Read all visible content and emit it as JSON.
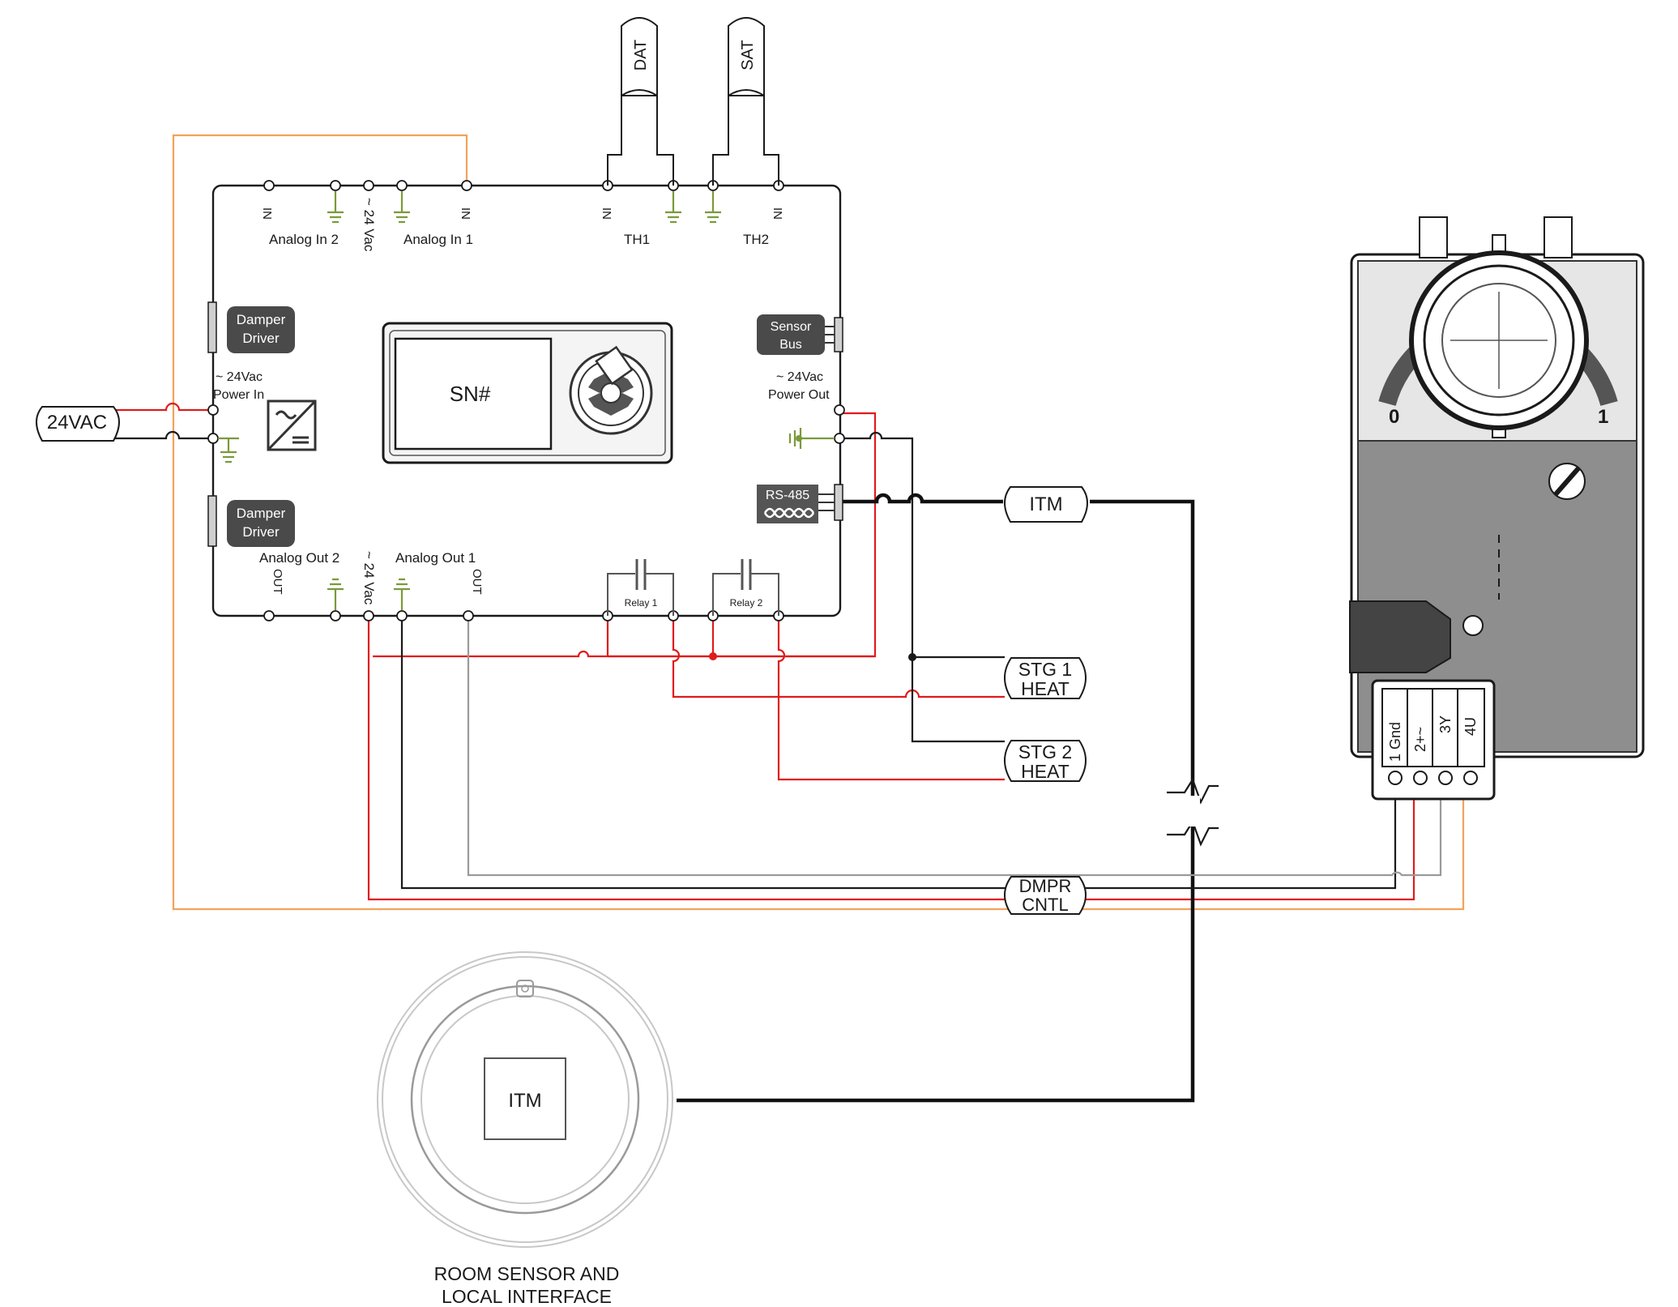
{
  "controller": {
    "top_labels": {
      "in_1": "IN",
      "analog_in_2": "Analog In 2",
      "vac_top": "~ 24 Vac",
      "analog_in_1": "Analog In 1",
      "in_2": "IN",
      "in_3": "IN",
      "th1": "TH1",
      "th2": "TH2",
      "in_4": "IN"
    },
    "bottom_labels": {
      "out_1": "OUT",
      "analog_out_2": "Analog Out 2",
      "vac_bottom": "~ 24 Vac",
      "analog_out_1": "Analog Out 1",
      "out_2": "OUT",
      "relay_1": "Relay 1",
      "relay_2": "Relay 2"
    },
    "damper_driver_top": [
      "Damper",
      "Driver"
    ],
    "damper_driver_bottom": [
      "Damper",
      "Driver"
    ],
    "power_in": [
      "~ 24Vac",
      "Power In"
    ],
    "power_out": [
      "~ 24Vac",
      "Power Out"
    ],
    "sensor_bus": [
      "Sensor",
      "Bus"
    ],
    "rs485": "RS-485",
    "display": "SN#"
  },
  "sensors": {
    "dat": "DAT",
    "sat": "SAT"
  },
  "connectors": {
    "power": "24VAC",
    "itm": "ITM",
    "stg1": [
      "STG 1",
      "HEAT"
    ],
    "stg2": [
      "STG 2",
      "HEAT"
    ],
    "dmpr": [
      "DMPR",
      "CNTL"
    ]
  },
  "actuator": {
    "scale_left": "0",
    "scale_right": "1",
    "terminals": [
      "1 Gnd",
      "2+~",
      "3Y",
      "4U"
    ]
  },
  "room_sensor": {
    "screen_label": "ITM",
    "caption": [
      "ROOM SENSOR AND",
      "LOCAL INTERFACE"
    ]
  },
  "colors": {
    "power_wire": "#e01b1b",
    "common_wire": "#1a1a1a",
    "signal_wire": "#9a9a9a",
    "feedback_wire": "#f2a25c",
    "ground": "#7a9a3a"
  }
}
